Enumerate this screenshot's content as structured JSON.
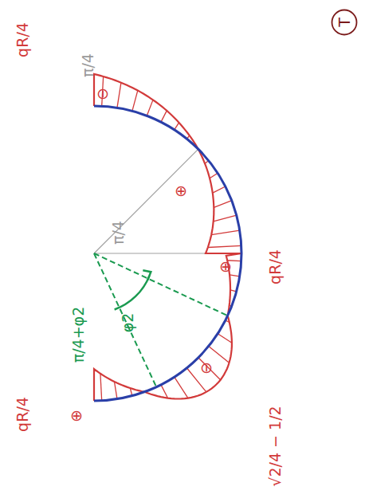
{
  "diagram": {
    "nodes": [
      {
        "text": [
          "T"
        ]
      }
    ],
    "labels": [
      "qR/4",
      "⊖",
      "π/4",
      "⊕",
      "π/4",
      "⊕",
      "qR/4",
      "φ2",
      "π/4+φ2",
      "⊖",
      "qR/4",
      "⊕",
      "√2/4 − 1/2"
    ]
  }
}
